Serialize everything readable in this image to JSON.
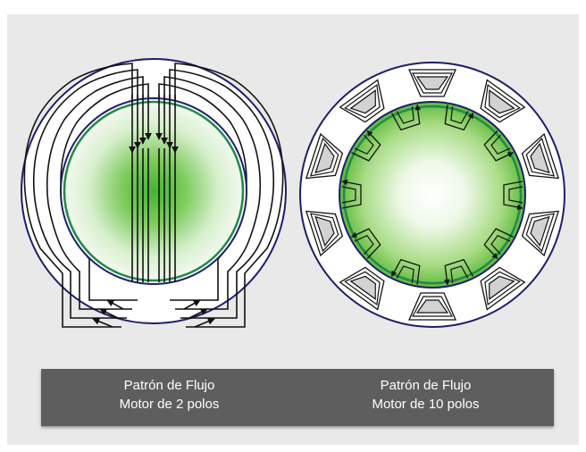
{
  "captions": [
    {
      "title": "Patrón de Flujo",
      "subtitle": "Motor de 2 polos"
    },
    {
      "title": "Patrón de Flujo",
      "subtitle": "Motor de 10 polos"
    }
  ],
  "diagrams": [
    {
      "name": "two-pole-motor",
      "poles": 2
    },
    {
      "name": "ten-pole-motor",
      "poles": 10
    }
  ],
  "colors": {
    "background": "#e9e9e9",
    "stator_outline": "#1e1e6e",
    "rotor_outline": "#22884a",
    "rotor_glow": "#4fbf35",
    "caption_bar": "#5e5e5e",
    "caption_text": "#ffffff",
    "slot_fill": "#d2d2d2",
    "flux_line": "#111111"
  }
}
